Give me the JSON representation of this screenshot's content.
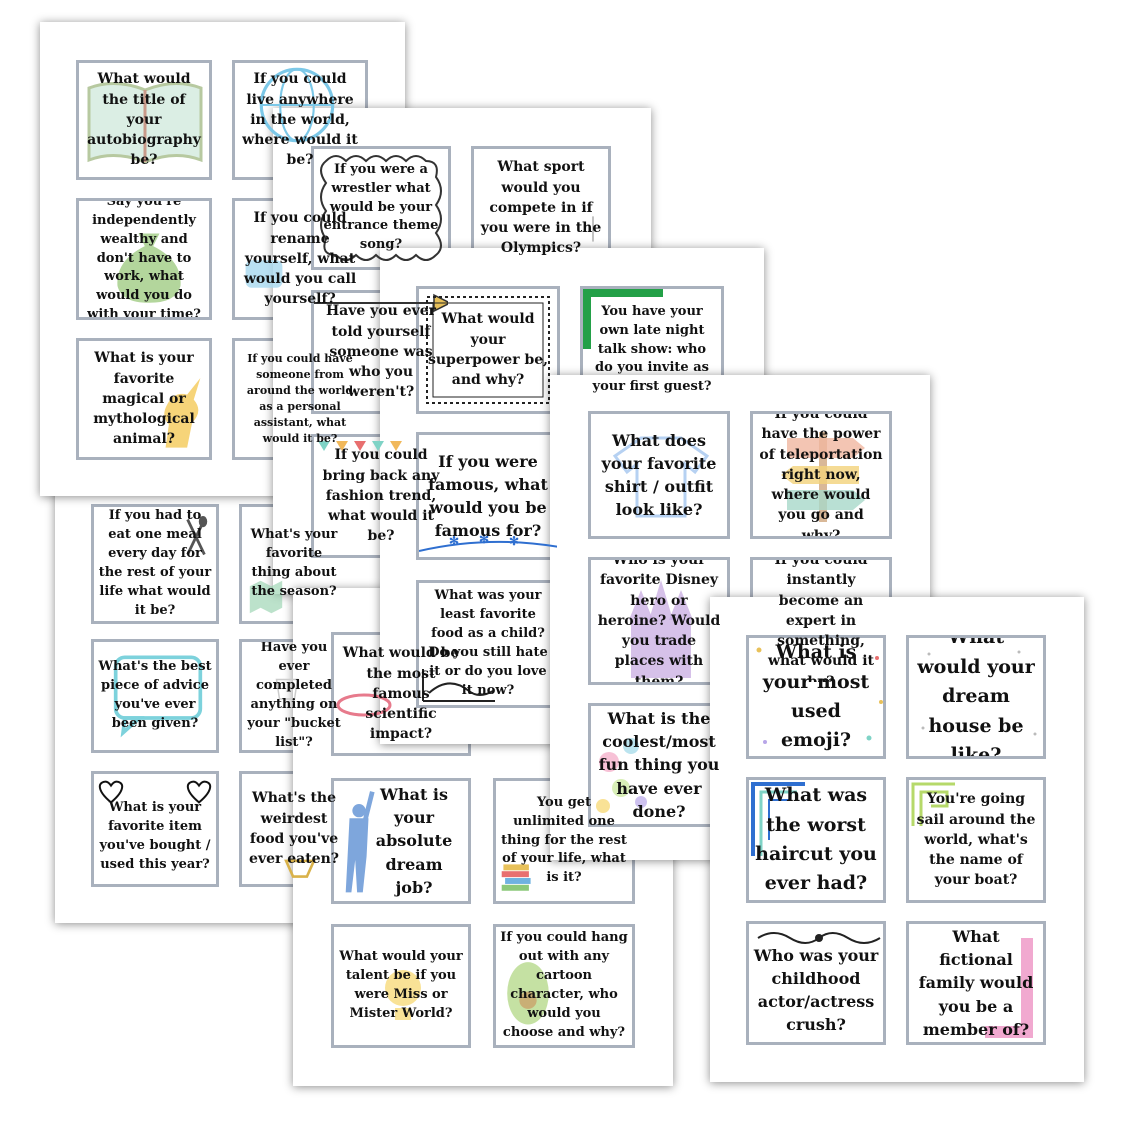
{
  "sheets": {
    "s1": {
      "cards": [
        "What would the title of your autobiography be?",
        "If you could live anywhere in the world, where would it be?",
        "Say you're independently wealthy and don't have to work, what would you do with your time?",
        "If you could rename yourself, what would you call yourself?",
        "What is your favorite magical or mythological animal?",
        "If you could have someone from around the world as a personal assistant, what would it be?"
      ]
    },
    "s2": {
      "cards": [
        "If you had to eat one meal every day for the rest of your life what would it be?",
        "What's your favorite thing about the season?",
        "What's the best piece of advice you've ever been given?",
        "Have you ever completed anything on your \"bucket list\"?",
        "What is your favorite item you've bought / used this year?",
        "What's the weirdest food you've ever eaten?"
      ]
    },
    "s3": {
      "cards": [
        "If you were a wrestler what would be your entrance theme song?",
        "What sport would you compete in if you were in the Olympics?",
        "Have you ever told yourself someone was who you weren't?",
        "If you could bring back any fashion trend, what would it be?"
      ]
    },
    "s4": {
      "cards": [
        "What would be the most famous scientific impact?",
        "What is your absolute dream job?",
        "You get unlimited one thing for the rest of your life, what is it?",
        "What would your talent be if you were Miss or Mister World?",
        "If you could hang out with any cartoon character, who would you choose and why?"
      ]
    },
    "s5": {
      "cards": [
        "What would your superpower be, and why?",
        "You have your own late night talk show: who do you invite as your first guest?",
        "If you were famous, what would you be famous for?",
        "What was your least favorite food as a child? Do you still hate it or do you love it now?"
      ]
    },
    "s6": {
      "cards": [
        "What does your favorite shirt / outfit look like?",
        "If you could have the power of teleportation right now, where would you go and why?",
        "Who is your favorite Disney hero or heroine? Would you trade places with them?",
        "If you could instantly become an expert in something, what would it be?",
        "What is the coolest/most fun thing you have ever done?"
      ]
    },
    "s7": {
      "cards": [
        "What is your most used emoji?",
        "What would your dream house be like?",
        "What was the worst haircut you ever had?",
        "You're going sail around the world, what's the name of your boat?",
        "Who was your childhood actor/actress crush?",
        "What fictional family would you be a member of?"
      ]
    }
  },
  "colors": {
    "card_border": "#a9b1bd",
    "shadow": "#777777",
    "accent_green": "#23a047",
    "accent_blue": "#2f6fd0",
    "accent_pink": "#e86fb1"
  }
}
